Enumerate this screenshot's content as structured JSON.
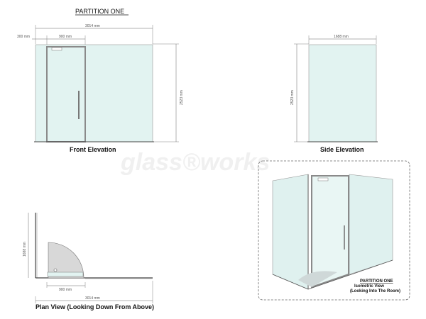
{
  "title": "PARTITION ONE",
  "watermark": "glass®works",
  "front": {
    "caption": "Front Elevation",
    "dim_width": "3014 mm",
    "dim_door": "900 mm",
    "dim_return": "300 mm",
    "dim_height": "2523 mm"
  },
  "side": {
    "caption": "Side Elevation",
    "dim_width": "1688 mm",
    "dim_height": "2523 mm"
  },
  "plan": {
    "caption": "Plan View (Looking Down From Above)",
    "dim_depth": "1688 mm",
    "dim_door": "900 mm",
    "dim_width": "3014 mm"
  },
  "isometric": {
    "title": "PARTITION ONE",
    "line1": "Isometric View",
    "line2": "(Looking Into The Room)"
  },
  "colors": {
    "glass": "#e2f3f1",
    "frame": "#8a8a8a",
    "line": "#444444"
  }
}
